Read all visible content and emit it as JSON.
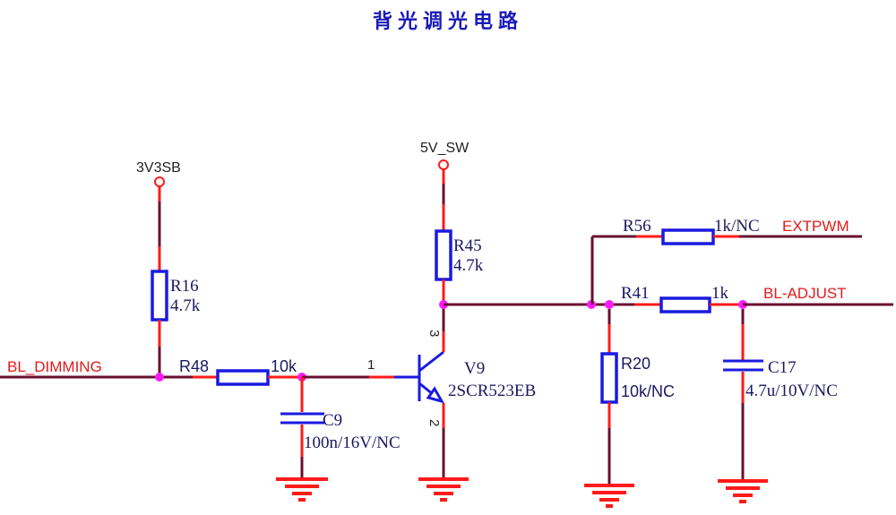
{
  "title": "背光调光电路",
  "power_rails": [
    {
      "name": "3V3SB"
    },
    {
      "name": "5V_SW"
    }
  ],
  "nets": {
    "bl_dimming": "BL_DIMMING",
    "extpwm": "EXTPWM",
    "bl_adjust": "BL-ADJUST"
  },
  "components": {
    "r16": {
      "ref": "R16",
      "value": "4.7k"
    },
    "r48": {
      "ref": "R48",
      "value": "10k"
    },
    "c9": {
      "ref": "C9",
      "value": "100n/16V/NC"
    },
    "r45": {
      "ref": "R45",
      "value": "4.7k"
    },
    "v9": {
      "ref": "V9",
      "value": "2SCR523EB",
      "pins": {
        "base": "1",
        "emitter": "2",
        "collector": "3"
      }
    },
    "r56": {
      "ref": "R56",
      "value": "1k/NC"
    },
    "r41": {
      "ref": "R41",
      "value": "1k"
    },
    "r20": {
      "ref": "R20",
      "value": "10k/NC"
    },
    "c17": {
      "ref": "C17",
      "value": "4.7u/10V/NC"
    }
  }
}
